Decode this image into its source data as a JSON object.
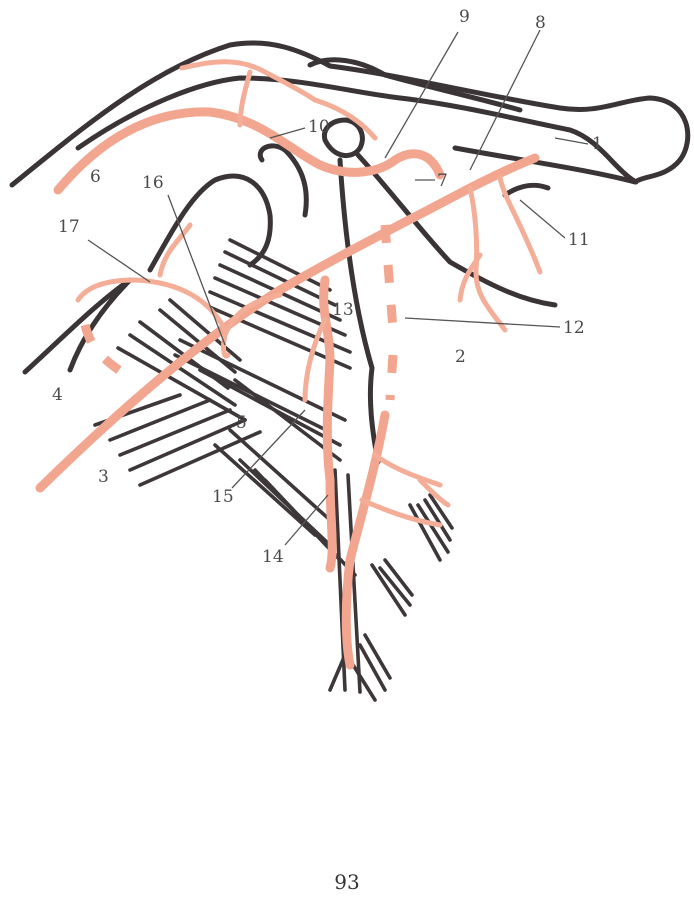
{
  "diagram": {
    "labels": [
      {
        "id": "1",
        "text": "1"
      },
      {
        "id": "2",
        "text": "2"
      },
      {
        "id": "3",
        "text": "3"
      },
      {
        "id": "4",
        "text": "4"
      },
      {
        "id": "5",
        "text": "5"
      },
      {
        "id": "6",
        "text": "6"
      },
      {
        "id": "7",
        "text": "7"
      },
      {
        "id": "8",
        "text": "8"
      },
      {
        "id": "9",
        "text": "9"
      },
      {
        "id": "10",
        "text": "10"
      },
      {
        "id": "11",
        "text": "11"
      },
      {
        "id": "12",
        "text": "12"
      },
      {
        "id": "13",
        "text": "13"
      },
      {
        "id": "14",
        "text": "14"
      },
      {
        "id": "15",
        "text": "15"
      },
      {
        "id": "16",
        "text": "16"
      },
      {
        "id": "17",
        "text": "17"
      }
    ],
    "colors": {
      "artery": "#f2a68f",
      "bone_outline": "#3a3436",
      "muscle_fibers": "#3d3739"
    }
  },
  "page_number": "93"
}
